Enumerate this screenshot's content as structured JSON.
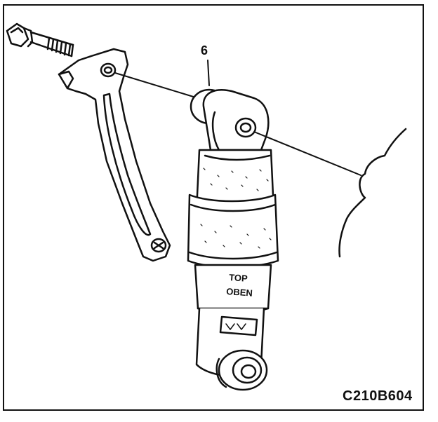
{
  "diagram": {
    "callout_label": "6",
    "figure_code": "C210B604",
    "damper_label_line1": "TOP",
    "damper_label_line2": "OBEN"
  },
  "colors": {
    "ink": "#111111",
    "paper": "#ffffff"
  }
}
